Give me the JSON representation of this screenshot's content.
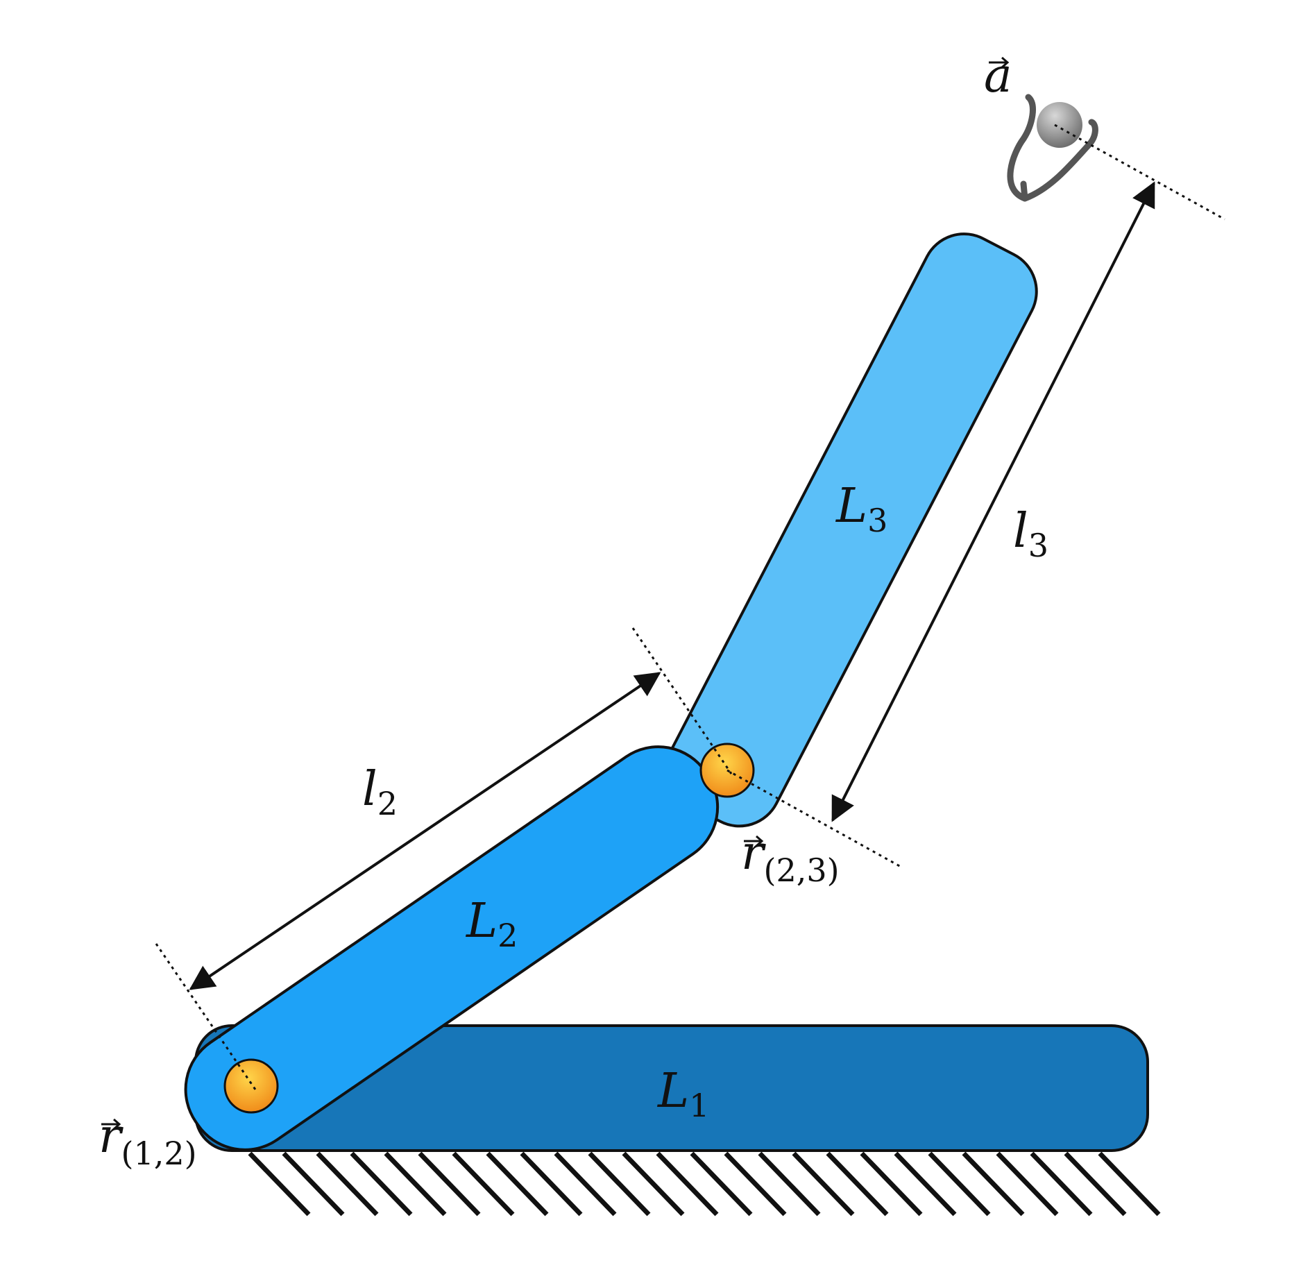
{
  "links": {
    "l1": {
      "name": "L",
      "sub": "1"
    },
    "l2": {
      "name": "L",
      "sub": "2"
    },
    "l3": {
      "name": "L",
      "sub": "3"
    }
  },
  "lengths": {
    "l2": {
      "name": "l",
      "sub": "2"
    },
    "l3": {
      "name": "l",
      "sub": "3"
    }
  },
  "joints": {
    "r12": {
      "name": "r",
      "sub": "(1,2)"
    },
    "r23": {
      "name": "r",
      "sub": "(2,3)"
    }
  },
  "end_effector": {
    "name": "a"
  },
  "colors": {
    "link1": "#1776b8",
    "link2": "#1ea2f7",
    "link3": "#5bbff8",
    "joint": "#f5a623",
    "ground_hatch": "#111111",
    "outline": "#111111"
  }
}
